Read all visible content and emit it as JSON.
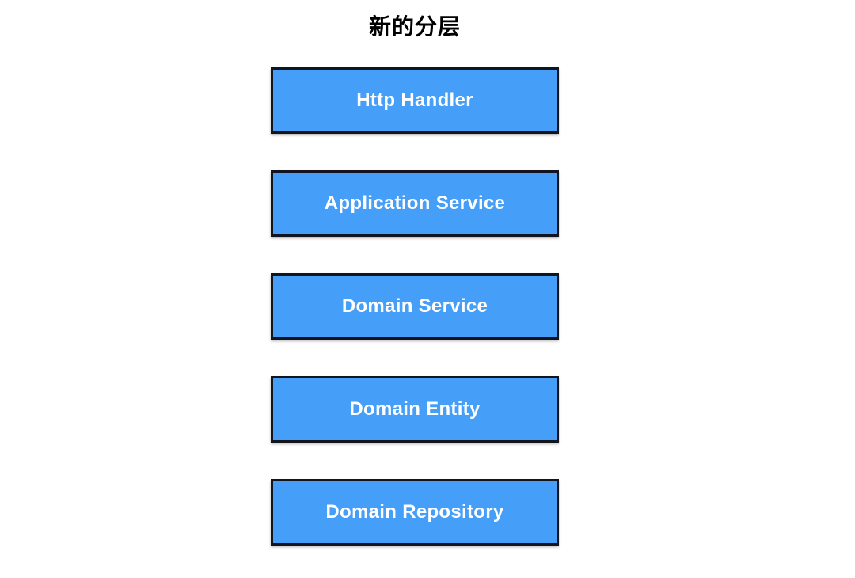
{
  "title": "新的分层",
  "layers": [
    {
      "label": "Http Handler"
    },
    {
      "label": "Application Service"
    },
    {
      "label": "Domain Service"
    },
    {
      "label": "Domain Entity"
    },
    {
      "label": "Domain Repository"
    }
  ],
  "colors": {
    "background": "#FFFFFF",
    "box_fill": "#459EF7",
    "box_border": "#14141E",
    "box_text": "#FFFFFF",
    "title_text": "#000000"
  }
}
